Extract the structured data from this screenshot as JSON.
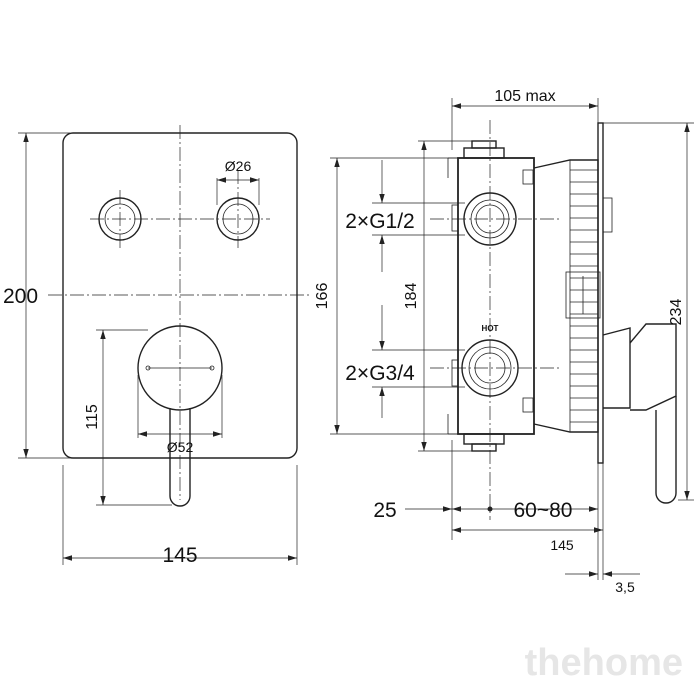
{
  "front_view": {
    "width_label": "145",
    "height_label": "200",
    "knob_diameter_label": "Ø26",
    "handle_diameter_label": "Ø52",
    "handle_offset_label": "115"
  },
  "side_view": {
    "depth_label": "105 max",
    "height_166_label": "166",
    "height_184_label": "184",
    "height_234_label": "234",
    "outlet_top_label": "2×G1/2",
    "inlet_bottom_label": "2×G3/4",
    "hot_marking": "HOT",
    "offset_25_label": "25",
    "wall_depth_label": "60~80",
    "width_145_label": "145",
    "plate_thickness_label": "3,5"
  },
  "watermark": "thehome"
}
